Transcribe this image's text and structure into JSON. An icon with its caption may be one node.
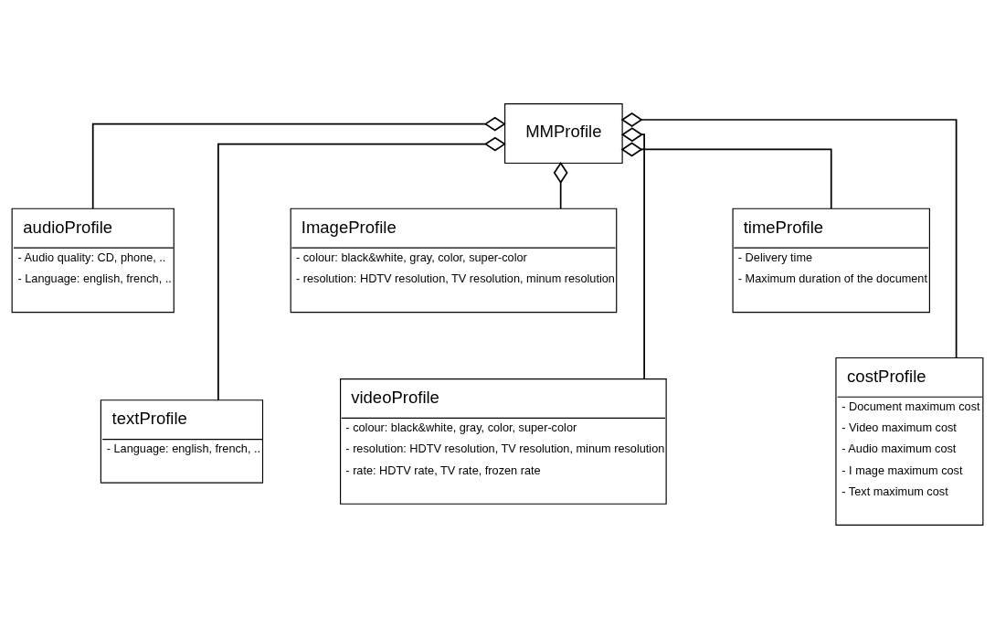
{
  "diagram": {
    "nodes": [
      {
        "text": [
          "MMProfile"
        ]
      },
      {
        "text": [
          "audioProfile",
          "- Audio quality: CD, phone, ..",
          "- Language: english, french, .."
        ]
      },
      {
        "text": [
          "ImageProfile",
          "- colour: black&white, gray, color, super-color",
          "- resolution: HDTV resolution, TV resolution, minum resolution"
        ]
      },
      {
        "text": [
          "timeProfile",
          "- Delivery time",
          "- Maximum duration of the document"
        ]
      },
      {
        "text": [
          "textProfile",
          "- Language: english, french, .."
        ]
      },
      {
        "text": [
          "videoProfile",
          "- colour: black&white, gray, color, super-color",
          "- resolution: HDTV resolution, TV resolution, minum resolution",
          "- rate: HDTV rate, TV rate, frozen rate"
        ]
      },
      {
        "text": [
          "costProfile",
          "- Document maximum cost",
          "- Video maximum cost",
          "- Audio maximum cost",
          "- I mage maximum cost",
          "- Text maximum cost"
        ]
      }
    ],
    "edges": [
      {
        "from": 0,
        "to": 1,
        "arrow": "other"
      },
      {
        "from": 0,
        "to": 2,
        "arrow": "other"
      },
      {
        "from": 0,
        "to": 3,
        "arrow": "other"
      },
      {
        "from": 0,
        "to": 4,
        "arrow": "other"
      },
      {
        "from": 0,
        "to": 5,
        "arrow": "other"
      },
      {
        "from": 0,
        "to": 6,
        "arrow": "other"
      }
    ]
  }
}
